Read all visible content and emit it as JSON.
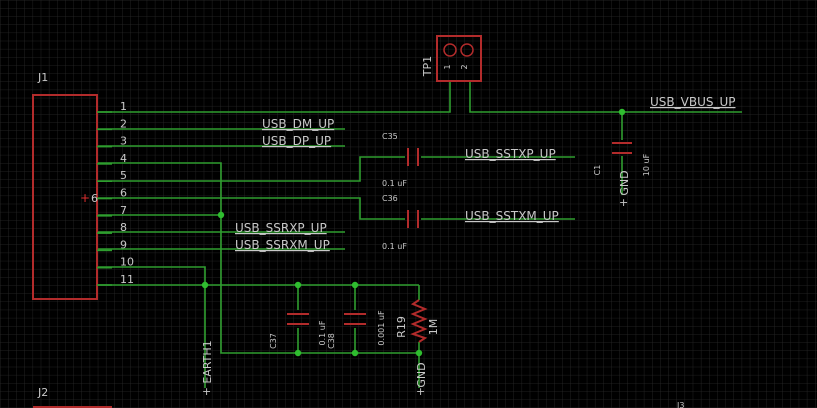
{
  "connector_j1": {
    "ref": "J1",
    "pins": [
      "1",
      "2",
      "3",
      "4",
      "5",
      "6",
      "7",
      "8",
      "9",
      "10",
      "11"
    ],
    "pin_marker": "+",
    "pin_marker_label": "6"
  },
  "connector_j2": {
    "ref": "J2"
  },
  "connector_j3": {
    "ref": "J3"
  },
  "testpoint": {
    "ref": "TP1",
    "pin1": "1",
    "pin2": "2"
  },
  "nets": {
    "vbus": "USB_VBUS_UP",
    "dm": "USB_DM_UP",
    "dp": "USB_DP_UP",
    "sstxp": "USB_SSTXP_UP",
    "sstxm": "USB_SSTXM_UP",
    "ssrxp": "USB_SSRXP_UP",
    "ssrxm": "USB_SSRXM_UP"
  },
  "components": {
    "c35": {
      "ref": "C35",
      "value": "0.1 uF"
    },
    "c36": {
      "ref": "C36",
      "value": "0.1 uF"
    },
    "c1": {
      "ref": "C1",
      "value": "10 uF"
    },
    "c37": {
      "ref": "C37",
      "value": "0.1 uF"
    },
    "c38": {
      "ref": "C38",
      "value": "0.001 uF"
    },
    "r19": {
      "ref": "R19",
      "value": "1M"
    }
  },
  "power": {
    "gnd_1": "GND",
    "gnd_2": "GND",
    "earth": "EARTH1"
  },
  "colors": {
    "background": "#000000",
    "grid": "#2a2a2a",
    "wire": "#2f9e2f",
    "part": "#b22b2b",
    "text": "#c8c8c8"
  }
}
